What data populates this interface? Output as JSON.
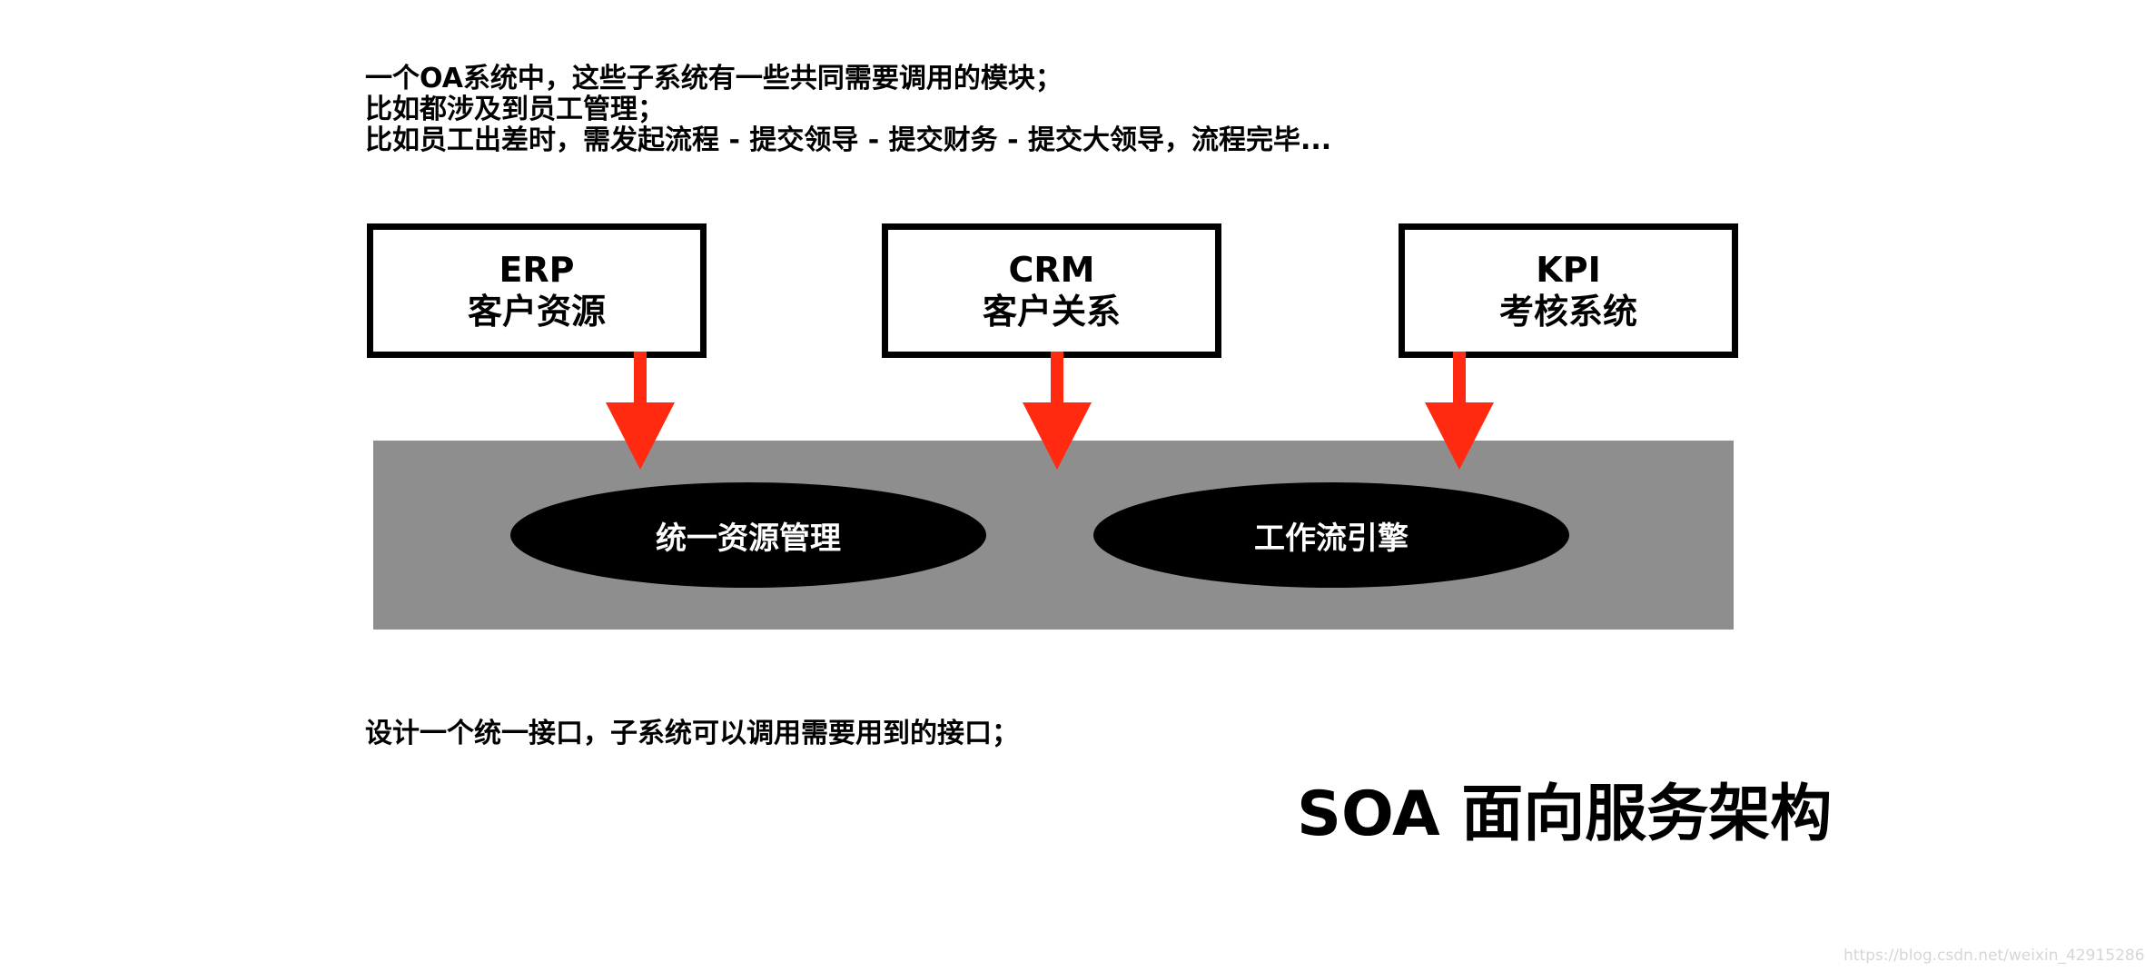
{
  "intro": {
    "line1": "一个OA系统中，这些子系统有一些共同需要调用的模块；",
    "line2": "比如都涉及到员工管理；",
    "line3": "比如员工出差时，需发起流程 - 提交领导 - 提交财务 - 提交大领导，流程完毕..."
  },
  "systems": [
    {
      "code": "ERP",
      "name": "客户资源"
    },
    {
      "code": "CRM",
      "name": "客户关系"
    },
    {
      "code": "KPI",
      "name": "考核系统"
    }
  ],
  "modules": [
    {
      "label": "统一资源管理"
    },
    {
      "label": "工作流引擎"
    }
  ],
  "note": "设计一个统一接口，子系统可以调用需要用到的接口；",
  "headline": "SOA 面向服务架构",
  "watermark": "https://blog.csdn.net/weixin_42915286",
  "colors": {
    "arrow": "#ff2a10",
    "platform": "#8e8e8e",
    "module": "#000000",
    "box_border": "#000000"
  }
}
